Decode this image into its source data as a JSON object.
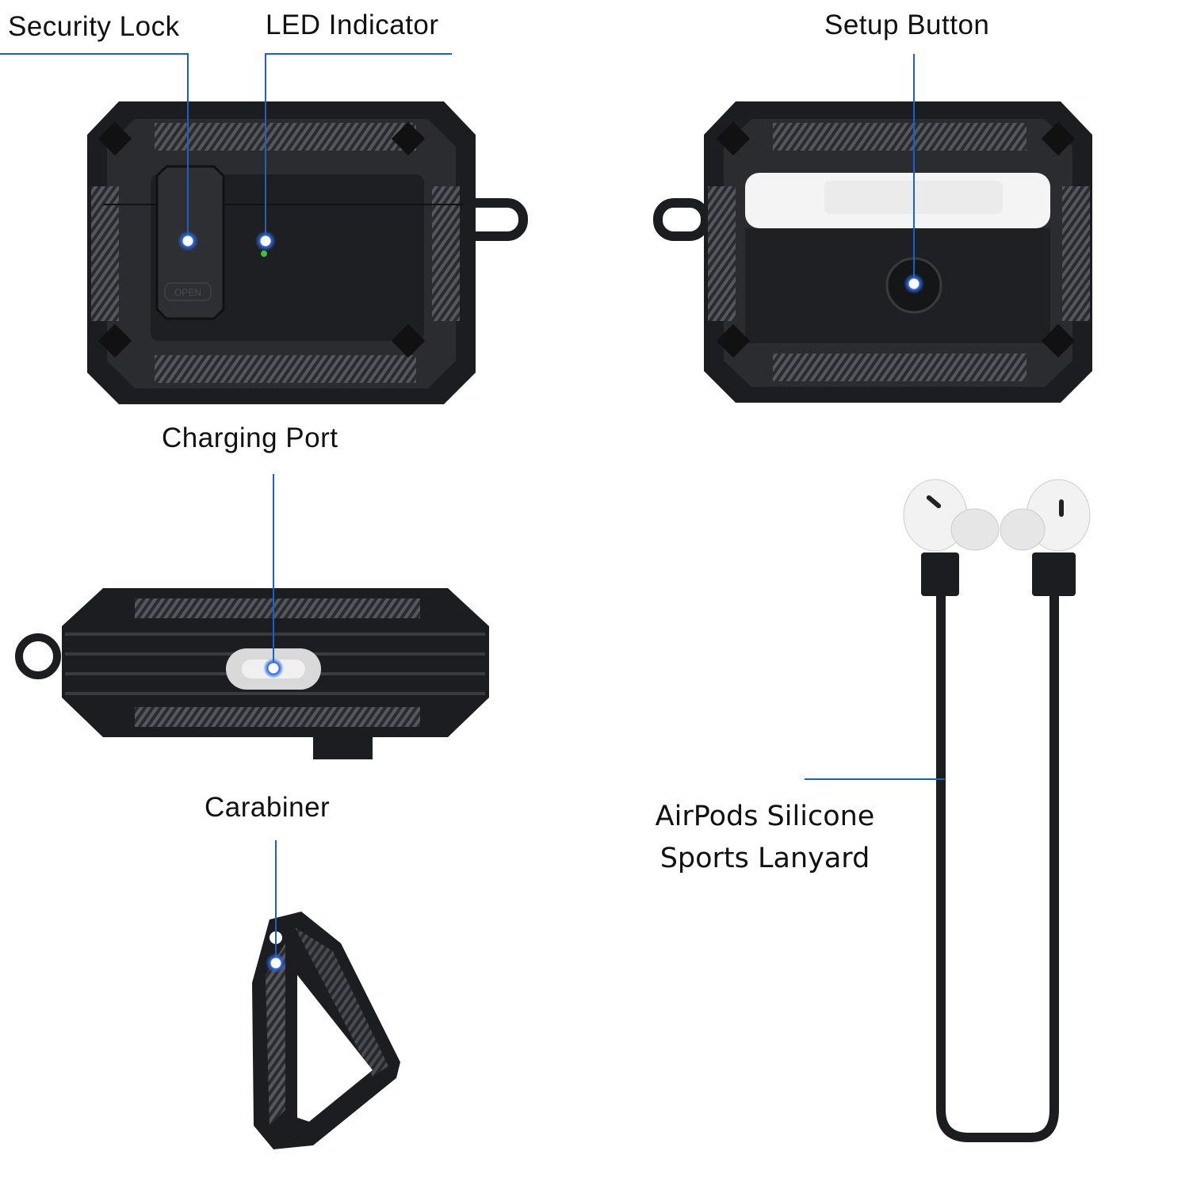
{
  "labels": {
    "security_lock": "Security Lock",
    "led_indicator": "LED Indicator",
    "setup_button": "Setup Button",
    "charging_port": "Charging Port",
    "carabiner": "Carabiner",
    "lanyard_line1": "AirPods Silicone",
    "lanyard_line2": "Sports Lanyard"
  },
  "lock_marking": "OPEN",
  "colors": {
    "callout_line": "#1f5fbf",
    "callout_dot_glow": "#1a56d6",
    "case_black": "#1c1d20",
    "case_gray": "#3a3b3f",
    "led_green": "#3ec13e"
  }
}
